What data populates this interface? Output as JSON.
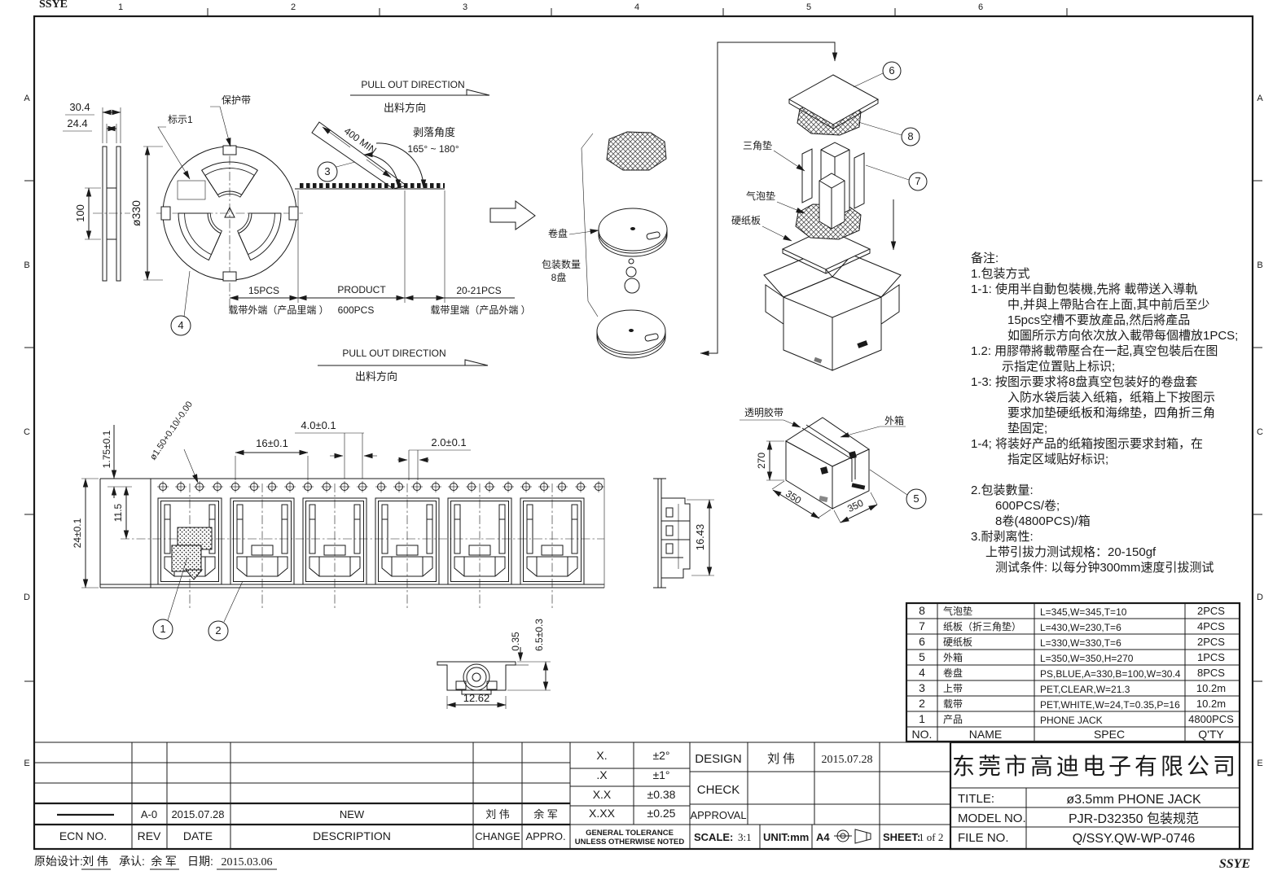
{
  "sheet": {
    "zones_top": [
      "1",
      "2",
      "3",
      "4",
      "5",
      "6"
    ],
    "zones_side": [
      "A",
      "B",
      "C",
      "D",
      "E"
    ],
    "corner_fragment": "SSYE",
    "watermark": "SSYE",
    "footer": {
      "design_label": "原始设计:",
      "design_name": "刘 伟",
      "approve_label": "承认:",
      "approve_name": "余 军",
      "date_label": "日期:",
      "date_value": "2015.03.06"
    }
  },
  "reel": {
    "dim_width_outer": "30.4",
    "dim_width_inner": "24.4",
    "dim_hub": "100",
    "dim_diameter": "ø330",
    "label_mark": "标示1",
    "label_protect": "保护带",
    "balloon": "4"
  },
  "pull_out": {
    "en": "PULL OUT DIRECTION",
    "cn": "出料方向"
  },
  "peel": {
    "len": "400 MIN",
    "angle_label": "剥落角度",
    "angle_value": "165° ~ 180°",
    "balloon": "3"
  },
  "tape_lead": {
    "empty": "15PCS",
    "product": "PRODUCT",
    "product_qty": "600PCS",
    "trailer": "20-21PCS",
    "outer_end": "载带外端（产品里端 ）",
    "inner_end": "载带里端（产品外端 ）"
  },
  "stack": {
    "reel_label": "卷盘",
    "qty_label": "包装数量",
    "qty_value": "8盘"
  },
  "exploded": {
    "triangle_pad": "三角垫",
    "bubble_pad": "气泡垫",
    "cardboard": "硬纸板",
    "balloon_top": "6",
    "balloon_pad": "8",
    "balloon_corner": "7"
  },
  "carton": {
    "tape": "透明胶带",
    "box": "外箱",
    "height": "270",
    "width": "350",
    "depth": "350",
    "balloon": "5"
  },
  "carrier": {
    "pitch_hole": "4.0±0.1",
    "pitch_pocket": "16±0.1",
    "hole_offset": "2.0±0.1",
    "edge_to_hole": "1.75±0.1",
    "hole_to_center": "11.5",
    "tape_width": "24±0.1",
    "hole_dia": "ø1.50+0.10/-0.00",
    "balloon_product": "1",
    "balloon_pocket": "2",
    "side_height": "16.43"
  },
  "product": {
    "width": "12.62",
    "tape_thk": "0.35",
    "height": "6.5±0.3"
  },
  "notes": {
    "lines": [
      "备注:",
      "1.包装方式",
      "1-1: 使用半自動包裝機,先將 載帶送入導軌",
      "中,并與上帶貼合在上面,其中前后至少",
      "15pcs空槽不要放產品,然后將產品",
      "如圖所示方向依次放入載帶每個槽放1PCS;",
      "1.2: 用膠帶將載帶壓合在一起,真空包裝后在图",
      "示指定位置贴上标识;",
      "1-3: 按图示要求将8盘真空包装好的卷盘套",
      "入防水袋后装入纸箱，纸箱上下按图示",
      "要求加垫硬纸板和海绵垫，四角折三角",
      "垫固定;",
      "1-4; 将装好产品的纸箱按图示要求封箱，在",
      "指定区域贴好标识;",
      "2.包装數量:",
      "600PCS/卷;",
      "8卷(4800PCS)/箱",
      "3.耐剥离性:",
      "上带引拔力测试规格：20-150gf",
      "测试条件: 以每分钟300mm速度引拔测试"
    ]
  },
  "bom": {
    "header": {
      "no": "NO.",
      "name": "NAME",
      "spec": "SPEC",
      "qty": "Q'TY"
    },
    "rows": [
      {
        "no": "8",
        "name": "气泡垫",
        "spec": "L=345,W=345,T=10",
        "qty": "2PCS"
      },
      {
        "no": "7",
        "name": "纸板（折三角垫）",
        "spec": "L=430,W=230,T=6",
        "qty": "4PCS"
      },
      {
        "no": "6",
        "name": "硬纸板",
        "spec": "L=330,W=330,T=6",
        "qty": "2PCS"
      },
      {
        "no": "5",
        "name": "外箱",
        "spec": "L=350,W=350,H=270",
        "qty": "1PCS"
      },
      {
        "no": "4",
        "name": "卷盘",
        "spec": "PS,BLUE,A=330,B=100,W=30.4",
        "qty": "8PCS"
      },
      {
        "no": "3",
        "name": "上带",
        "spec": "PET,CLEAR,W=21.3",
        "qty": "10.2m"
      },
      {
        "no": "2",
        "name": "载带",
        "spec": "PET,WHITE,W=24,T=0.35,P=16",
        "qty": "10.2m"
      },
      {
        "no": "1",
        "name": "产品",
        "spec": "PHONE JACK",
        "qty": "4800PCS"
      }
    ]
  },
  "title_block": {
    "company": "东莞市高迪电子有限公司",
    "title_label": "TITLE:",
    "title_value": "ø3.5mm PHONE JACK",
    "model_label": "MODEL NO.",
    "model_value": "PJR-D32350 包装规范",
    "file_label": "FILE NO.",
    "file_value": "Q/SSY.QW-WP-0746"
  },
  "approval": {
    "design": "DESIGN",
    "check": "CHECK",
    "approve": "APPROVAL",
    "design_name": "刘 伟",
    "design_date": "2015.07.28",
    "scale_label": "SCALE:",
    "scale_value": "3:1",
    "unit": "UNIT:mm",
    "paper": "A4",
    "sheet_label": "SHEET:",
    "sheet_value": "1 of 2",
    "tol": [
      {
        "d": "X.",
        "v": "±2°"
      },
      {
        "d": ".X",
        "v": "±1°"
      },
      {
        "d": "X.X",
        "v": "±0.38"
      },
      {
        "d": "X.XX",
        "v": "±0.25"
      }
    ],
    "general_1": "GENERAL TOLERANCE",
    "general_2": "UNLESS OTHERWISE NOTED"
  },
  "revision": {
    "headers": [
      "ECN NO.",
      "REV",
      "DATE",
      "DESCRIPTION",
      "CHANGE",
      "APPRO."
    ],
    "row": {
      "rev": "A-0",
      "date": "2015.07.28",
      "desc": "NEW",
      "change": "刘 伟",
      "appro": "余 军"
    }
  }
}
